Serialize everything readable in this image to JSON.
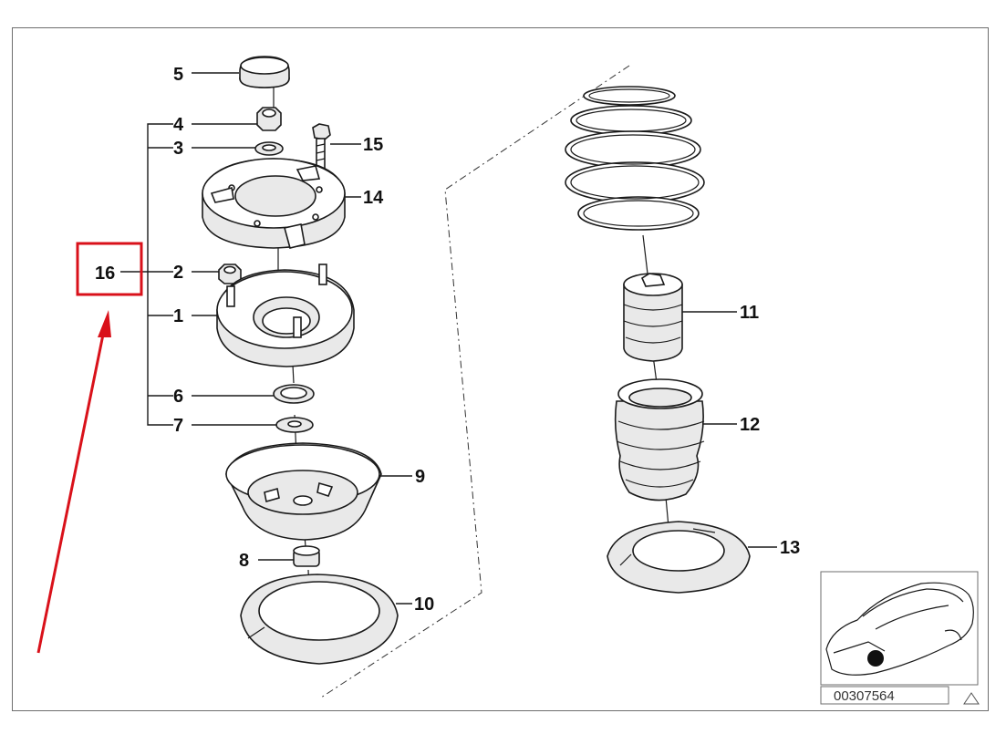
{
  "callouts": {
    "c1": "1",
    "c2": "2",
    "c3": "3",
    "c4": "4",
    "c5": "5",
    "c6": "6",
    "c7": "7",
    "c8": "8",
    "c9": "9",
    "c10": "10",
    "c11": "11",
    "c12": "12",
    "c13": "13",
    "c14": "14",
    "c15": "15",
    "c16": "16"
  },
  "diagram_number": "00307564",
  "colors": {
    "highlight": "#d9111a",
    "line": "#1a1a1a",
    "frame": "#6e6e6e"
  },
  "icons": {
    "warning": "warning-triangle-icon",
    "car_thumbnail": "car-location-icon"
  }
}
